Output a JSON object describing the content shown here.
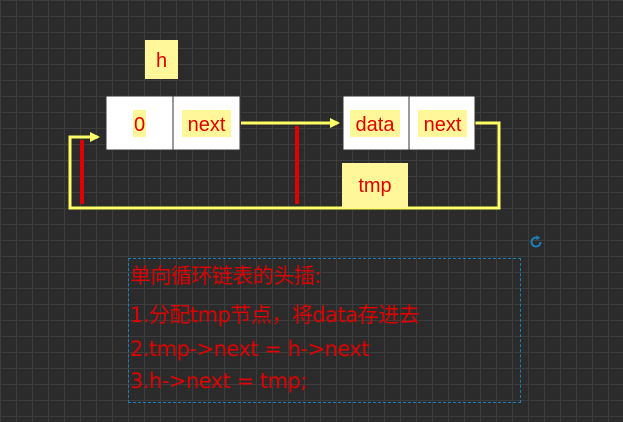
{
  "diagram": {
    "head_pointer_label": "h",
    "head_node": {
      "data_label": "0",
      "next_label": "next"
    },
    "new_node": {
      "data_label": "data",
      "next_label": "next",
      "pointer_label": "tmp"
    }
  },
  "note": {
    "lines": [
      "单向循环链表的头插:",
      "1.分配tmp节点，将data存进去",
      "2.tmp->next = h->next",
      "3.h->next = tmp;"
    ]
  },
  "colors": {
    "background": "#2b2b2b",
    "grid": "#3d3d3d",
    "node_fill": "#ffffff",
    "label_highlight": "#fff799",
    "arrow_yellow": "#ffff66",
    "text_red": "#e00000",
    "marker_red": "#e00000",
    "selection_blue": "#1a7fb8"
  },
  "icons": {
    "rotate_handle": "rotate-icon"
  }
}
